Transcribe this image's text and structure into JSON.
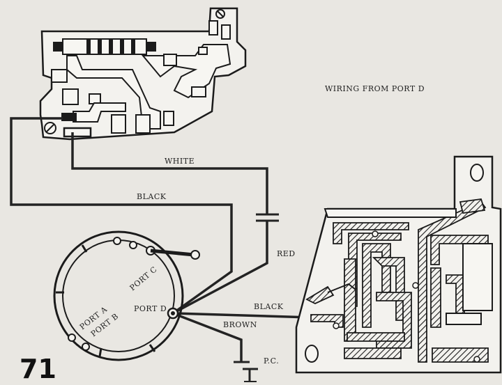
{
  "title": "WIRING FROM PORT D",
  "figure_number": "71",
  "wire_labels": {
    "white": "WHITE",
    "black_top": "BLACK",
    "red": "RED",
    "black_right": "BLACK",
    "brown": "BROWN",
    "pc": "P.C."
  },
  "port_labels": {
    "port_a": "PORT A",
    "port_b": "PORT B",
    "port_c": "PORT C",
    "port_d": "PORT D"
  }
}
